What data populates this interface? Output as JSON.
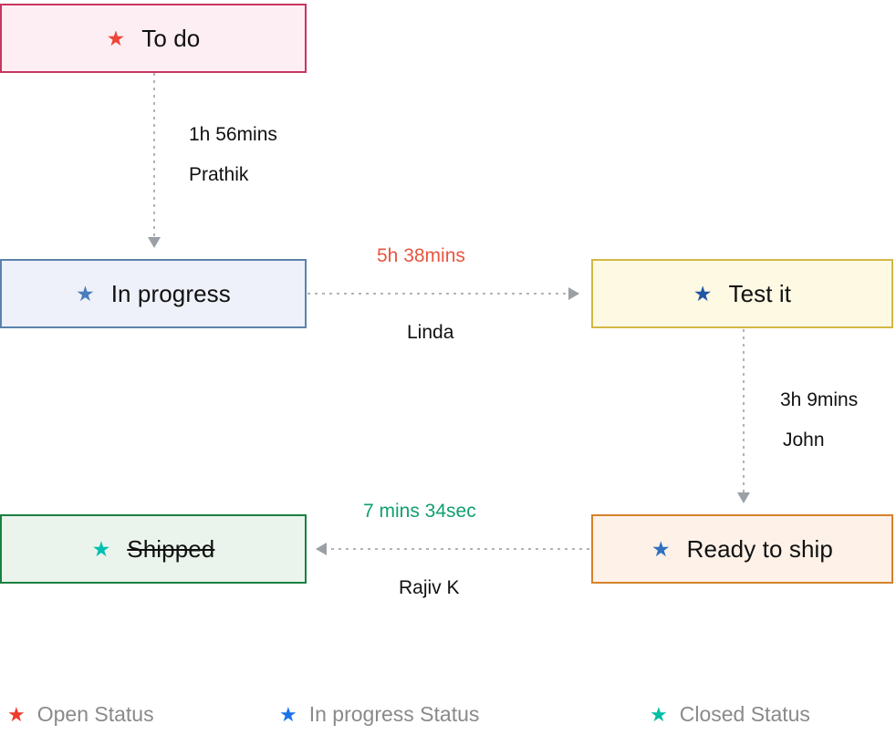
{
  "diagram": {
    "type": "workflow-status-transition",
    "nodes": [
      {
        "id": "todo",
        "label": "To do",
        "star_icon": "star-icon",
        "star_color": "#ef4436",
        "fill": "#fdeef3",
        "border": "#c8355f",
        "struck": false
      },
      {
        "id": "in-progress",
        "label": "In progress",
        "star_icon": "star-icon",
        "star_color": "#4a7ebb",
        "fill": "#eef1f9",
        "border": "#5b82ad",
        "struck": false
      },
      {
        "id": "test-it",
        "label": "Test it",
        "star_icon": "star-icon",
        "star_color": "#2255a4",
        "fill": "#fdf9e3",
        "border": "#d2b844",
        "struck": false
      },
      {
        "id": "ready-to-ship",
        "label": "Ready to ship",
        "star_icon": "star-icon",
        "star_color": "#2f6fc0",
        "fill": "#fdf1e8",
        "border": "#d4822a",
        "struck": false
      },
      {
        "id": "shipped",
        "label": "Shipped",
        "star_icon": "star-icon",
        "star_color": "#00bfb3",
        "fill": "#eaf4ec",
        "border": "#1a8040",
        "struck": true
      }
    ],
    "edges": [
      {
        "id": "todo-to-inprogress",
        "from": "todo",
        "to": "in-progress",
        "duration": "1h 56mins",
        "duration_color": "#111111",
        "actor": "Prathik",
        "direction": "down"
      },
      {
        "id": "inprogress-to-testit",
        "from": "in-progress",
        "to": "test-it",
        "duration": "5h 38mins",
        "duration_color": "#e8553f",
        "actor": "Linda",
        "direction": "right"
      },
      {
        "id": "testit-to-readytoship",
        "from": "test-it",
        "to": "ready-to-ship",
        "duration": "3h 9mins",
        "duration_color": "#111111",
        "actor": "John",
        "direction": "down"
      },
      {
        "id": "readytoship-to-shipped",
        "from": "ready-to-ship",
        "to": "shipped",
        "duration": "7 mins 34sec",
        "duration_color": "#10a070",
        "actor": "Rajiv K",
        "direction": "left"
      }
    ]
  },
  "legend": {
    "items": [
      {
        "id": "open",
        "label": "Open Status",
        "star_icon": "star-icon",
        "color": "#ef3b2c"
      },
      {
        "id": "in-progress",
        "label": "In progress Status",
        "star_icon": "star-icon",
        "color": "#1a73e8"
      },
      {
        "id": "closed",
        "label": "Closed Status",
        "star_icon": "star-icon",
        "color": "#00bfa5"
      }
    ],
    "text_color": "#8a8a8a"
  }
}
